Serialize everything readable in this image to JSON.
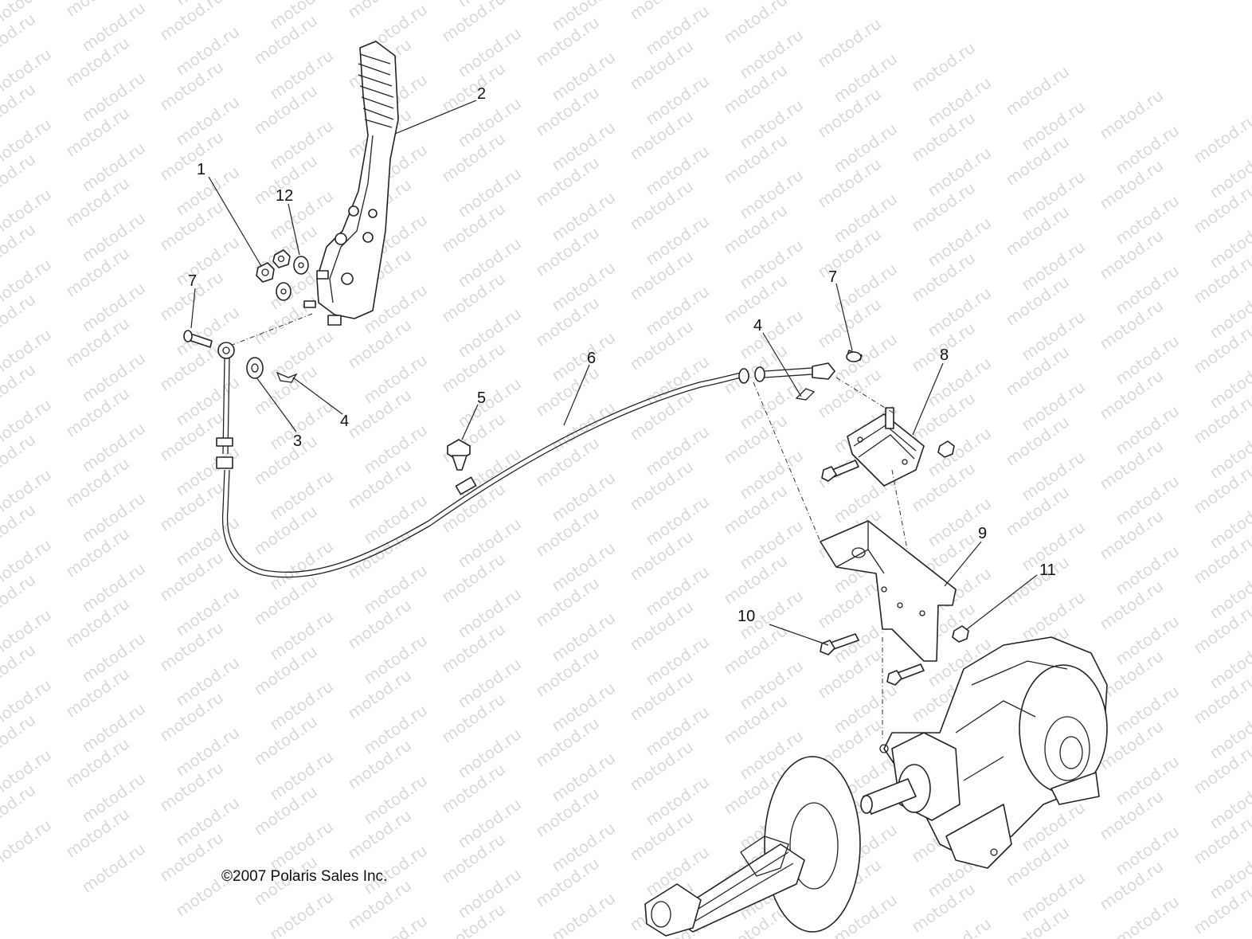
{
  "watermark": "motod.ru",
  "copyright": "©2007 Polaris Sales Inc.",
  "callouts": {
    "c1": "1",
    "c2": "2",
    "c3": "3",
    "c4a": "4",
    "c4b": "4",
    "c5": "5",
    "c6": "6",
    "c7a": "7",
    "c7b": "7",
    "c8": "8",
    "c9": "9",
    "c10": "10",
    "c11": "11",
    "c12": "12"
  }
}
